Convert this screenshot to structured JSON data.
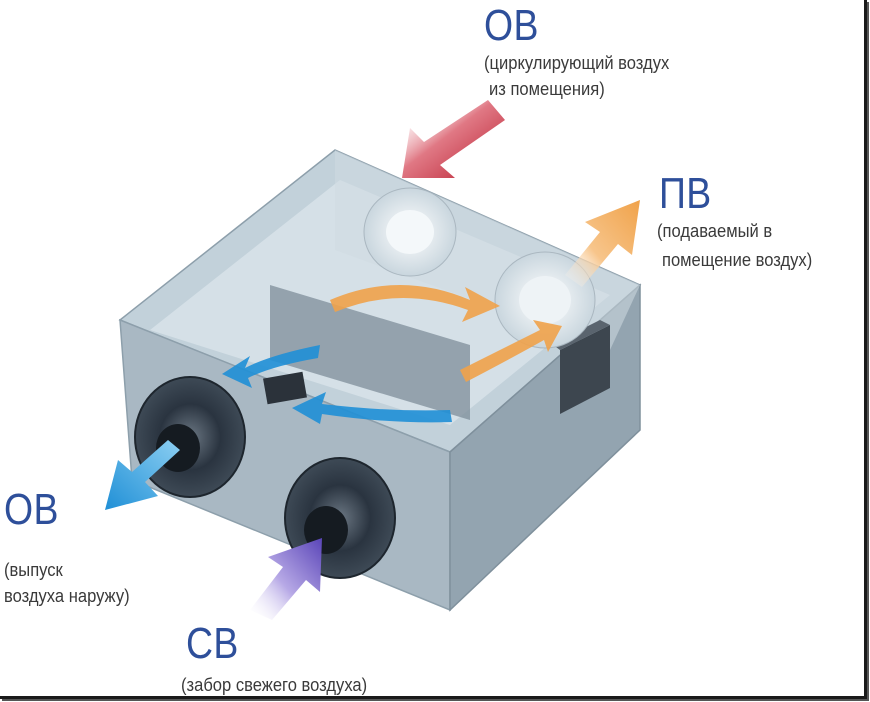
{
  "labels": {
    "exhaust_in": {
      "code": "ОВ",
      "desc_line1": "(циркулирующий воздух",
      "desc_line2": "из помещения)"
    },
    "supply_out": {
      "code": "ПВ",
      "desc_line1": "(подаваемый в",
      "desc_line2": "помещение воздух)"
    },
    "exhaust_out": {
      "code": "ОВ",
      "desc_line1": "(выпуск",
      "desc_line2": "воздуха наружу)"
    },
    "fresh_in": {
      "code": "СВ",
      "desc_line1": "(забор свежего воздуха)"
    }
  },
  "colors": {
    "text_code": "#2e4f9a",
    "text_desc": "#3a3a3a",
    "arrow_return": "#c8283a",
    "arrow_supply": "#f0a24a",
    "arrow_exhaust": "#1f8fd6",
    "arrow_fresh": "#6f58c9",
    "unit_body": "#aebdc8"
  }
}
